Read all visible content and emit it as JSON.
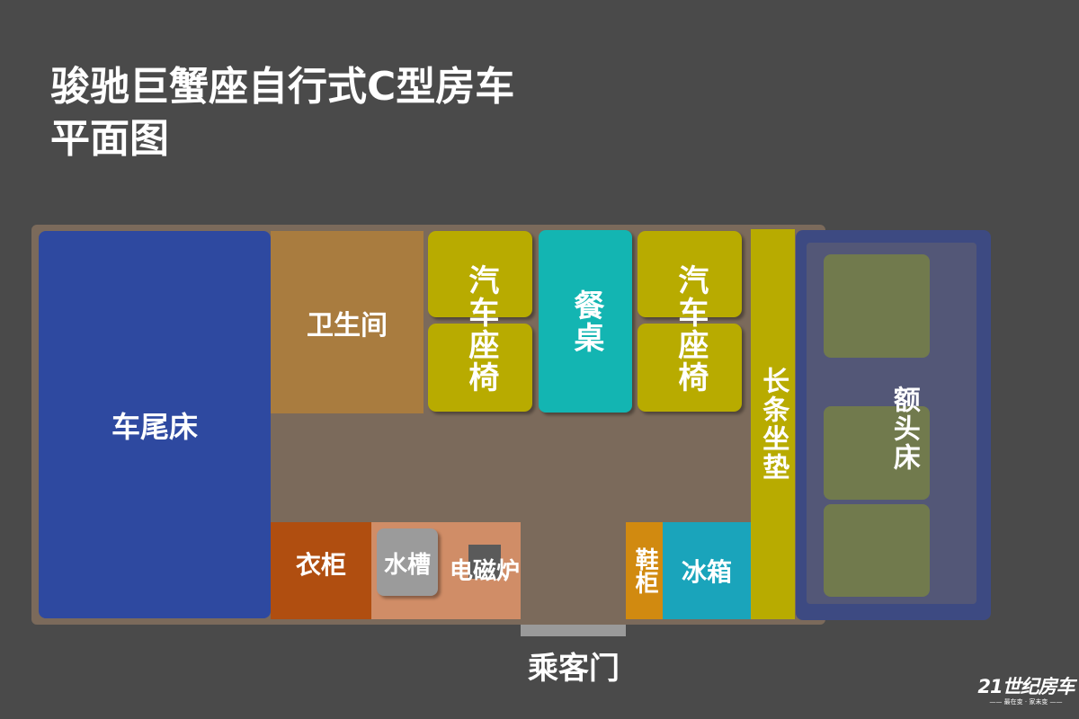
{
  "title": {
    "line1": "骏驰巨蟹座自行式C型房车",
    "line2": "平面图"
  },
  "rooms": {
    "rear_bed": "车尾床",
    "bathroom": "卫生间",
    "car_seat_left": "汽车座椅",
    "dining_table": "餐桌",
    "car_seat_right": "汽车座椅",
    "bench_cushion": "长条坐垫",
    "front_bed": "额头床",
    "wardrobe": "衣柜",
    "sink": "水槽",
    "cooktop": "电磁炉",
    "shoe_cabinet": "鞋柜",
    "fridge": "冰箱",
    "passenger_door": "乘客门"
  },
  "watermark": {
    "main": "21世纪房车",
    "sub": "—— 最在变 · 家未变 ——"
  },
  "colors": {
    "background": "#4a4a4a",
    "floor": "#7b6a5b",
    "rear_bed": "#2e49a0",
    "bathroom": "#a97c3f",
    "seat": "#b8ab00",
    "table": "#13b5b2",
    "front_bed_frame": "#3d4a82",
    "cushion": "#717a4d",
    "wardrobe": "#b04e10",
    "counter": "#d08d67",
    "shoe_cabinet": "#d18a10",
    "fridge": "#1aa4bb"
  }
}
